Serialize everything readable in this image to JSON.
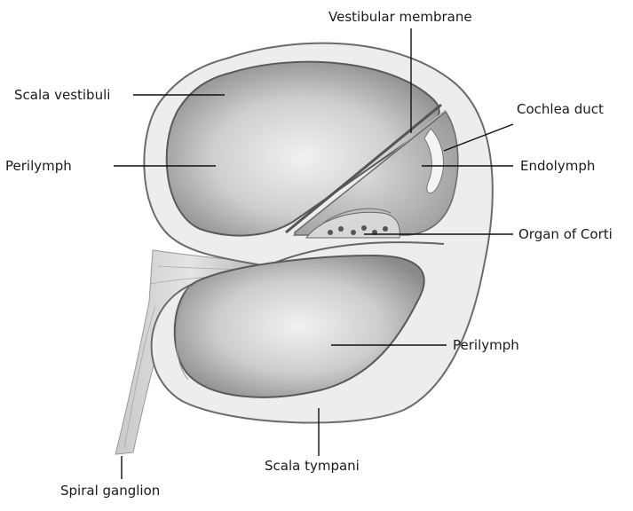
{
  "labels": {
    "vestibular_membrane": "Vestibular membrane",
    "scala_vestibuli": "Scala vestibuli",
    "cochlea_duct": "Cochlea duct",
    "perilymph_upper": "Perilymph",
    "endolymph": "Endolymph",
    "organ_of_corti": "Organ of Corti",
    "perilymph_lower": "Perilymph",
    "scala_tympani": "Scala tympani",
    "spiral_ganglion": "Spiral ganglion"
  }
}
